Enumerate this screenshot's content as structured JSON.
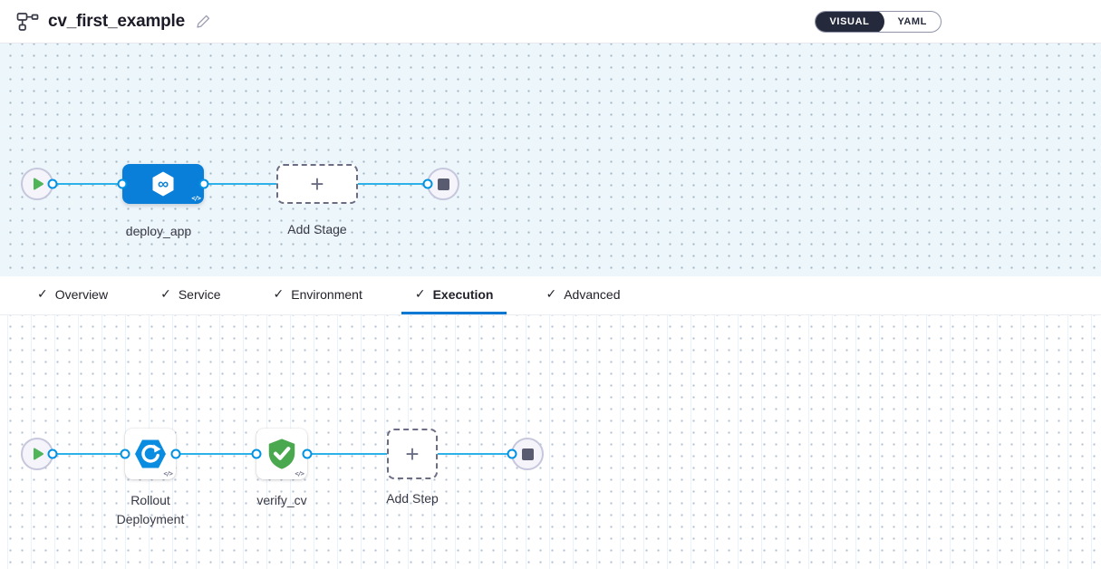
{
  "header": {
    "title": "cv_first_example",
    "view_toggle": {
      "visual": "VISUAL",
      "yaml": "YAML",
      "selected": "VISUAL"
    }
  },
  "glyphs": {
    "check": "✓",
    "plus": "+",
    "code": "</>",
    "infinity": "∞"
  },
  "colors": {
    "stage_blue": "#0a7fd9",
    "accent_blue": "#0278d5",
    "connector_blue": "#2cb2e8",
    "port_blue": "#0092e4",
    "play_green": "#50b459",
    "shield_green": "#4aa84e",
    "rollout_blue": "#0a8de0",
    "toggle_dark": "#25293c"
  },
  "pipeline_canvas": {
    "stage": {
      "label": "deploy_app"
    },
    "add_stage": {
      "label": "Add Stage"
    }
  },
  "tabs": [
    {
      "label": "Overview",
      "active": false
    },
    {
      "label": "Service",
      "active": false
    },
    {
      "label": "Environment",
      "active": false
    },
    {
      "label": "Execution",
      "active": true
    },
    {
      "label": "Advanced",
      "active": false
    }
  ],
  "execution_canvas": {
    "steps": [
      {
        "label": "Rollout Deployment",
        "icon": "rollout-deployment-icon"
      },
      {
        "label": "verify_cv",
        "icon": "verify-shield-icon"
      }
    ],
    "add_step": {
      "label": "Add Step"
    }
  }
}
